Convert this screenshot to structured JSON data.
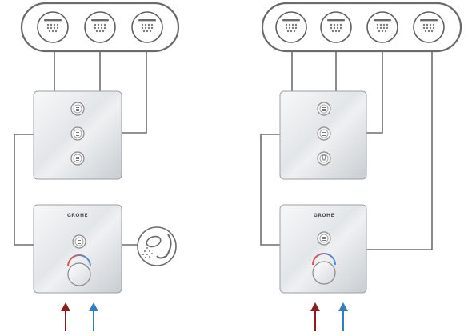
{
  "diagrams": [
    {
      "outlets": [
        "shower-head",
        "shower-head",
        "shower-head"
      ],
      "diverter_buttons": 3,
      "hand_shower": true
    },
    {
      "outlets": [
        "shower-head",
        "shower-head",
        "shower-head",
        "shower-head"
      ],
      "diverter_buttons": 3,
      "hand_shower": false
    }
  ],
  "thermostat_brand": "GROHE",
  "arrows": {
    "hot_color": "#8b1f1f",
    "cold_color": "#2f7fbf"
  },
  "icons": [
    "shower-head-icon",
    "hand-shower-icon",
    "hot-water-arrow-icon",
    "cold-water-arrow-icon"
  ]
}
